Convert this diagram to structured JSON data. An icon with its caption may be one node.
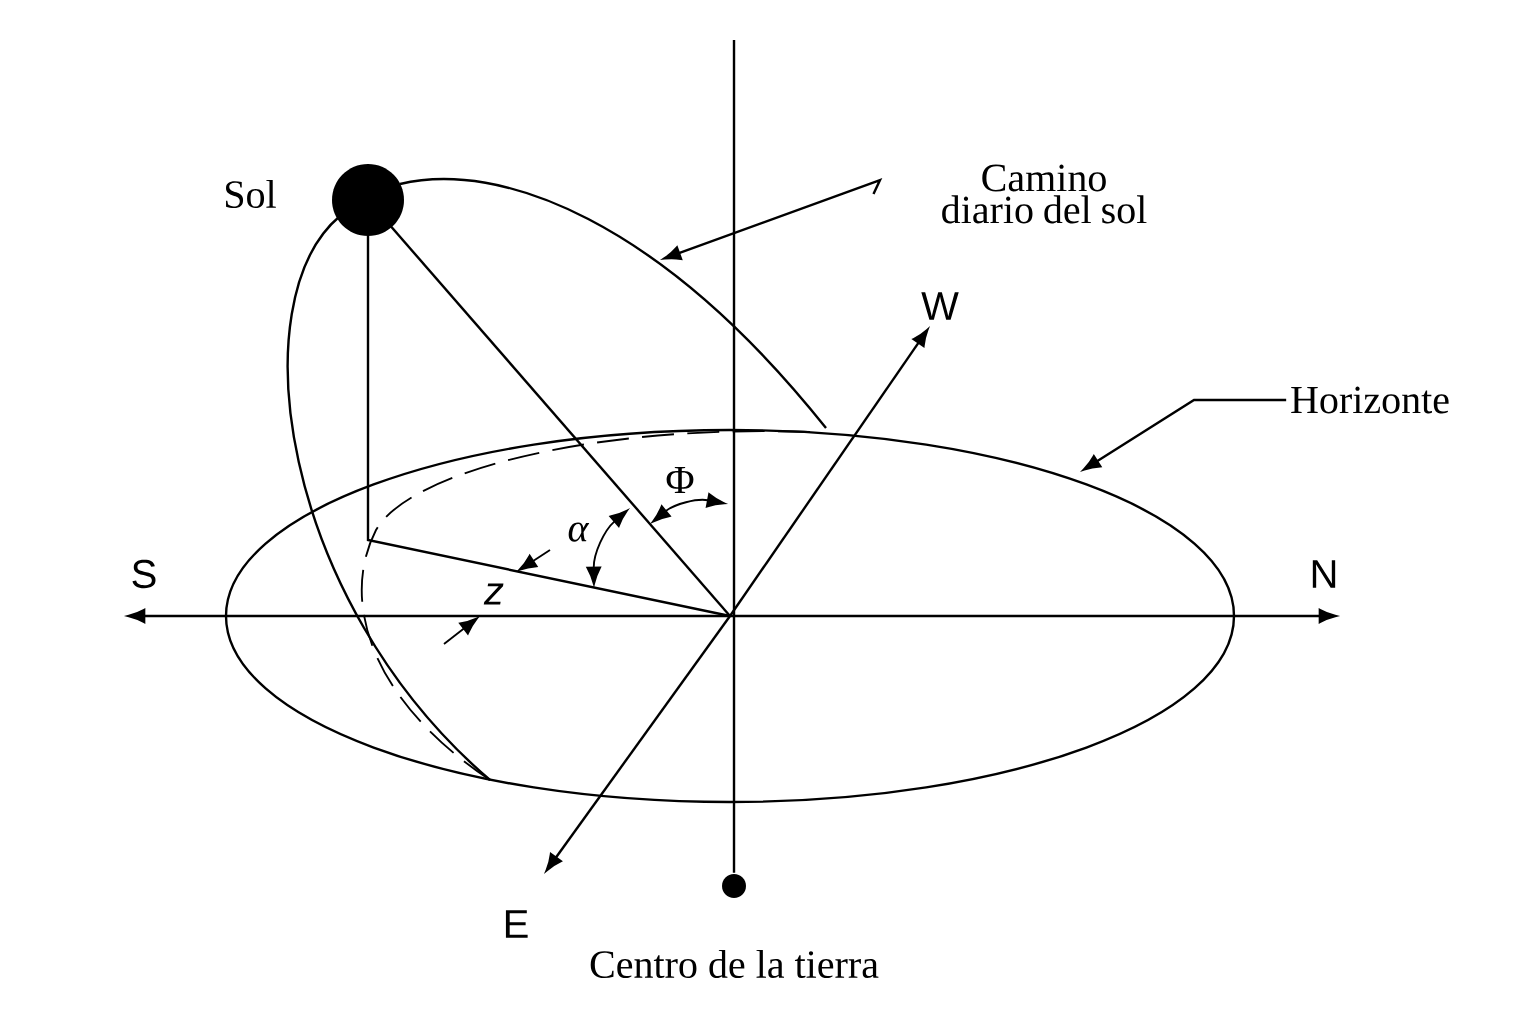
{
  "diagram": {
    "nodes": [
      {
        "text": [],
        "shape": "circle",
        "beside": [
          "Sol"
        ]
      },
      {
        "text": [
          "Camino diario del sol"
        ]
      },
      {
        "text": [
          "Horizonte"
        ]
      },
      {
        "text": [],
        "shape": "circle",
        "beside": [
          "Centro de la tierra"
        ]
      }
    ],
    "edges": [
      {
        "from": 1,
        "to": null,
        "arrow": "to"
      },
      {
        "from": 2,
        "to": null,
        "arrow": "to"
      },
      {
        "from": null,
        "to": 3,
        "arrow": "none"
      }
    ],
    "labels": [
      "S",
      "N",
      "W",
      "E",
      "Φ",
      "α",
      "z"
    ]
  }
}
